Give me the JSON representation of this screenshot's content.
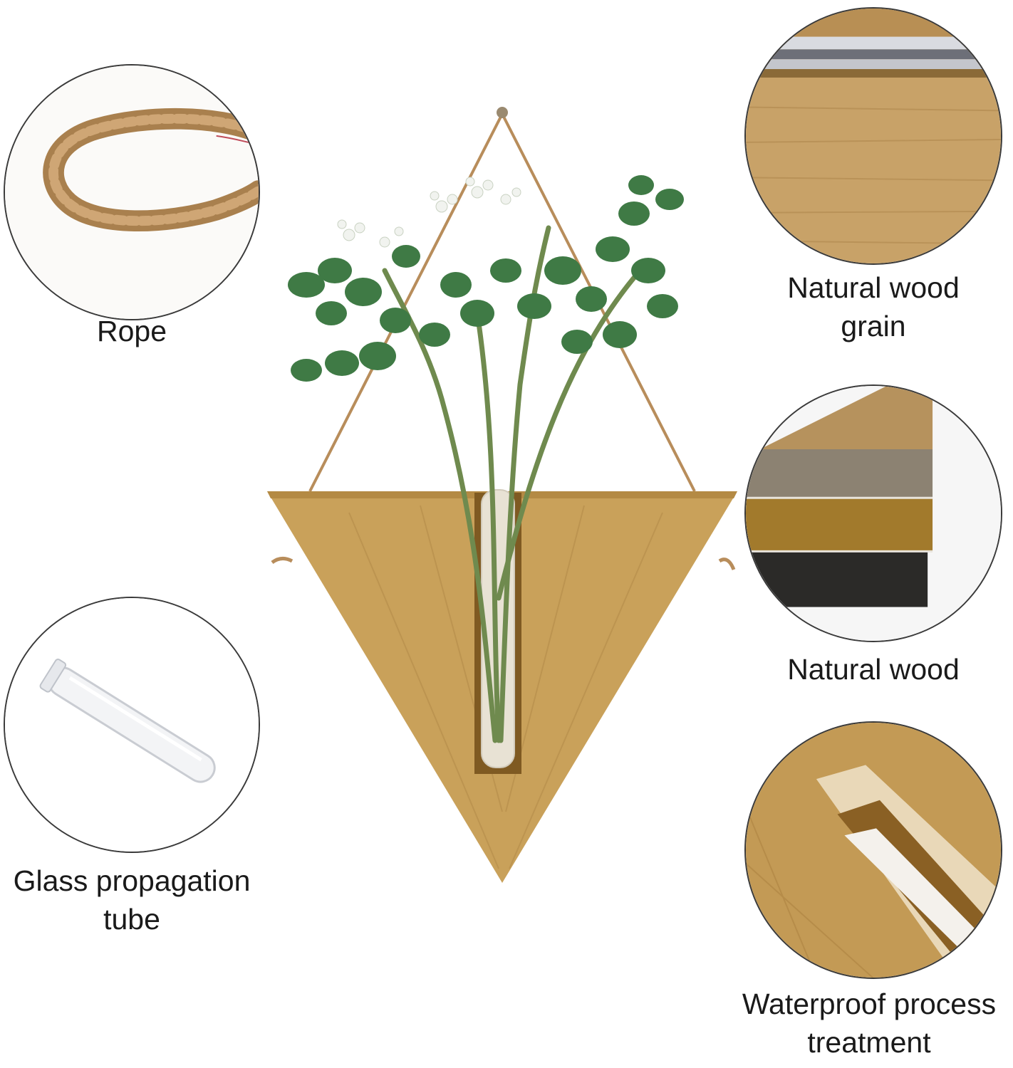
{
  "features": {
    "rope": {
      "label": "Rope",
      "icon": "jute-rope-loop-icon"
    },
    "grain": {
      "label": "Natural wood\ngrain",
      "icon": "wood-grain-closeup-icon"
    },
    "wood": {
      "label": "Natural wood",
      "icon": "wood-color-swatches-icon"
    },
    "tube": {
      "label": "Glass propagation\ntube",
      "icon": "glass-test-tube-icon"
    },
    "slot": {
      "label": "Waterproof process\ntreatment",
      "icon": "wood-slot-closeup-icon"
    }
  },
  "product": {
    "icon": "triangle-wood-planter-icon"
  },
  "colors": {
    "wood": "#c9a15a",
    "wood_dark": "#9c7434",
    "leaf": "#3f7a45",
    "rope": "#b88d5b",
    "circle_border": "#3a3a3a"
  }
}
